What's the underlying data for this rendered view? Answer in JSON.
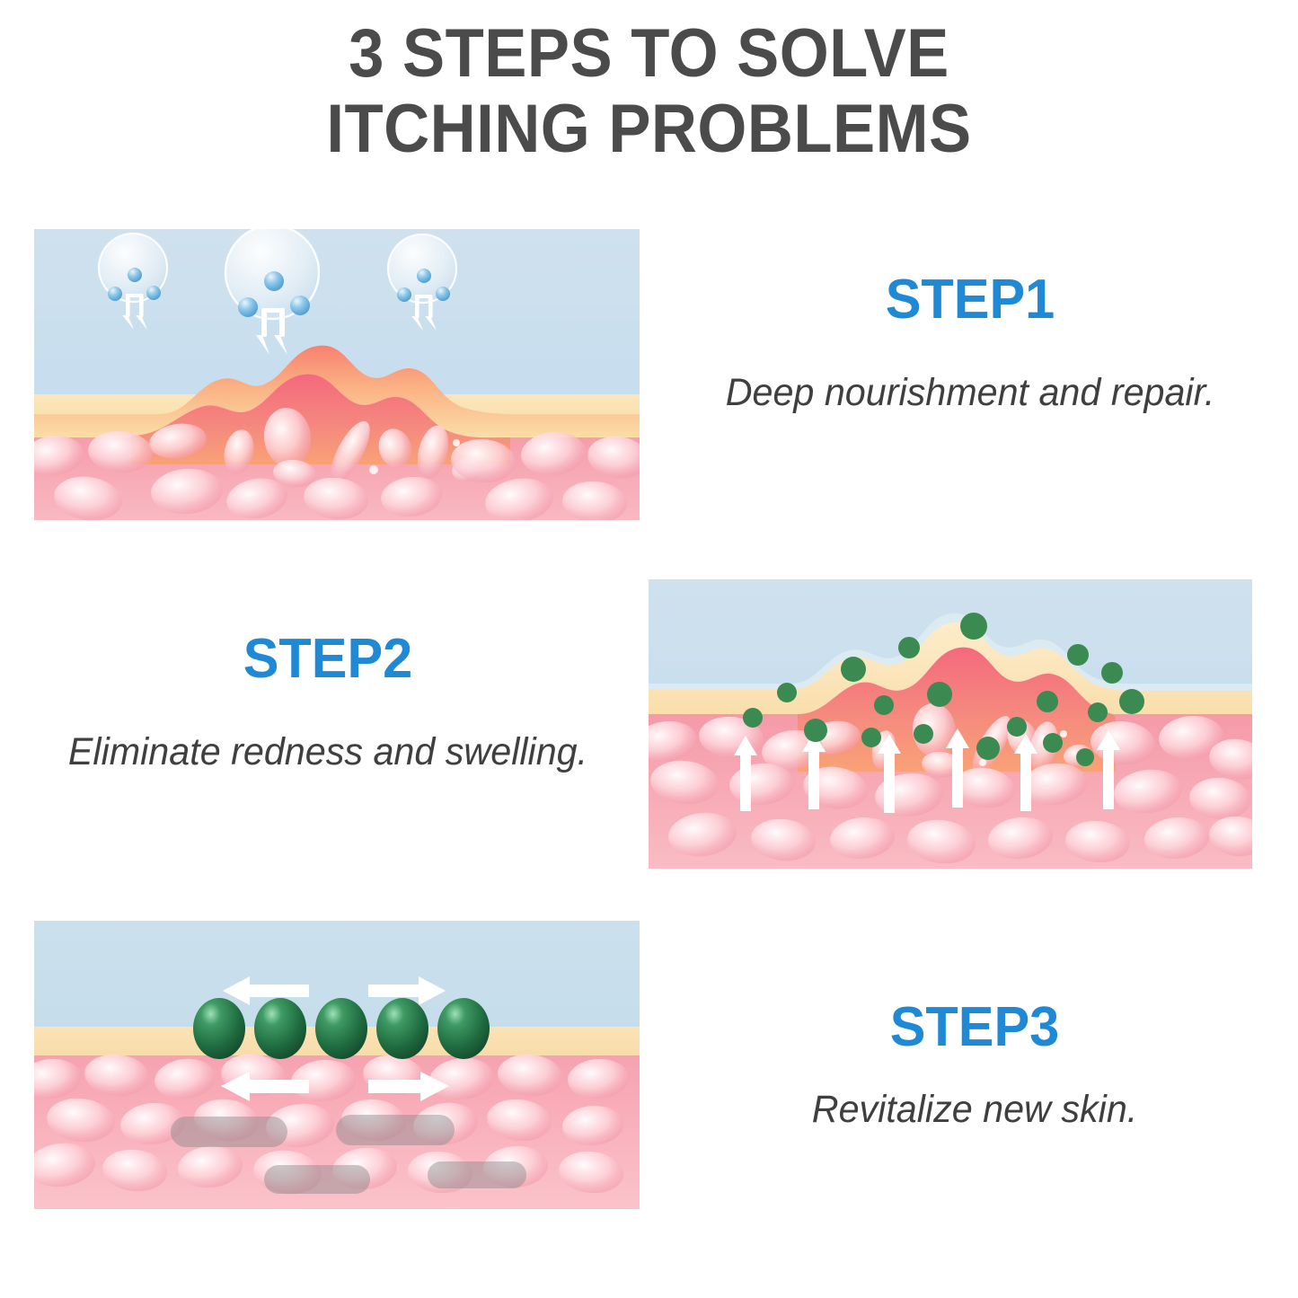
{
  "header": {
    "title_line1": "3 STEPS TO SOLVE",
    "title_line2": "ITCHING PROBLEMS",
    "title_color": "#4b4b4b"
  },
  "theme": {
    "accent_blue": "#2089d6",
    "body_text": "#3f3f3f",
    "sky_blue": "#c5dced",
    "epidermis_cream": "#fae3b4",
    "dermis_pink": "#f5a8b4",
    "inflamed_red": "#f4697a",
    "inflamed_orange": "#f7a07a",
    "granule_green": "#3a8a52",
    "sphere_green": "#2a7a4b",
    "droplet_blue": "#6fb8e0",
    "arrow_white": "#ffffff",
    "capsule_gray": "#8e9293"
  },
  "steps": [
    {
      "id": "step1",
      "heading": "STEP1",
      "description": "Deep nourishment and repair.",
      "illustration": {
        "name": "skin-absorption-diagram",
        "elements": [
          "3 water-droplet bubbles above skin",
          "3 blue micro-droplets inside each bubble",
          "2 white down arrows under each bubble",
          "inflamed raised skin bump",
          "cream epidermis layer",
          "pink dermis with blood cells"
        ],
        "bubble_count": 3,
        "droplets_per_bubble": 3,
        "down_arrows_per_bubble": 2
      }
    },
    {
      "id": "step2",
      "heading": "STEP2",
      "description": "Eliminate redness and swelling.",
      "illustration": {
        "name": "anti-inflammation-diagram",
        "elements": [
          "green active-ingredient granules",
          "6 white upward arrows in dermis",
          "reduced inflamed bump",
          "cream epidermis layer",
          "pink dermis with blood cells"
        ],
        "granule_count": 19,
        "up_arrow_count": 6
      }
    },
    {
      "id": "step3",
      "heading": "STEP3",
      "description": "Revitalize new skin.",
      "illustration": {
        "name": "skin-renewal-diagram",
        "elements": [
          "5 glossy green spheres resting on flat skin",
          "left and right white arrows above surface",
          "left and right white arrows inside dermis",
          "faded gray capsule shapes",
          "flat healed skin surface",
          "pink dermis with blood cells"
        ],
        "sphere_count": 5,
        "arrow_pairs": 2,
        "capsule_count": 4
      }
    }
  ]
}
